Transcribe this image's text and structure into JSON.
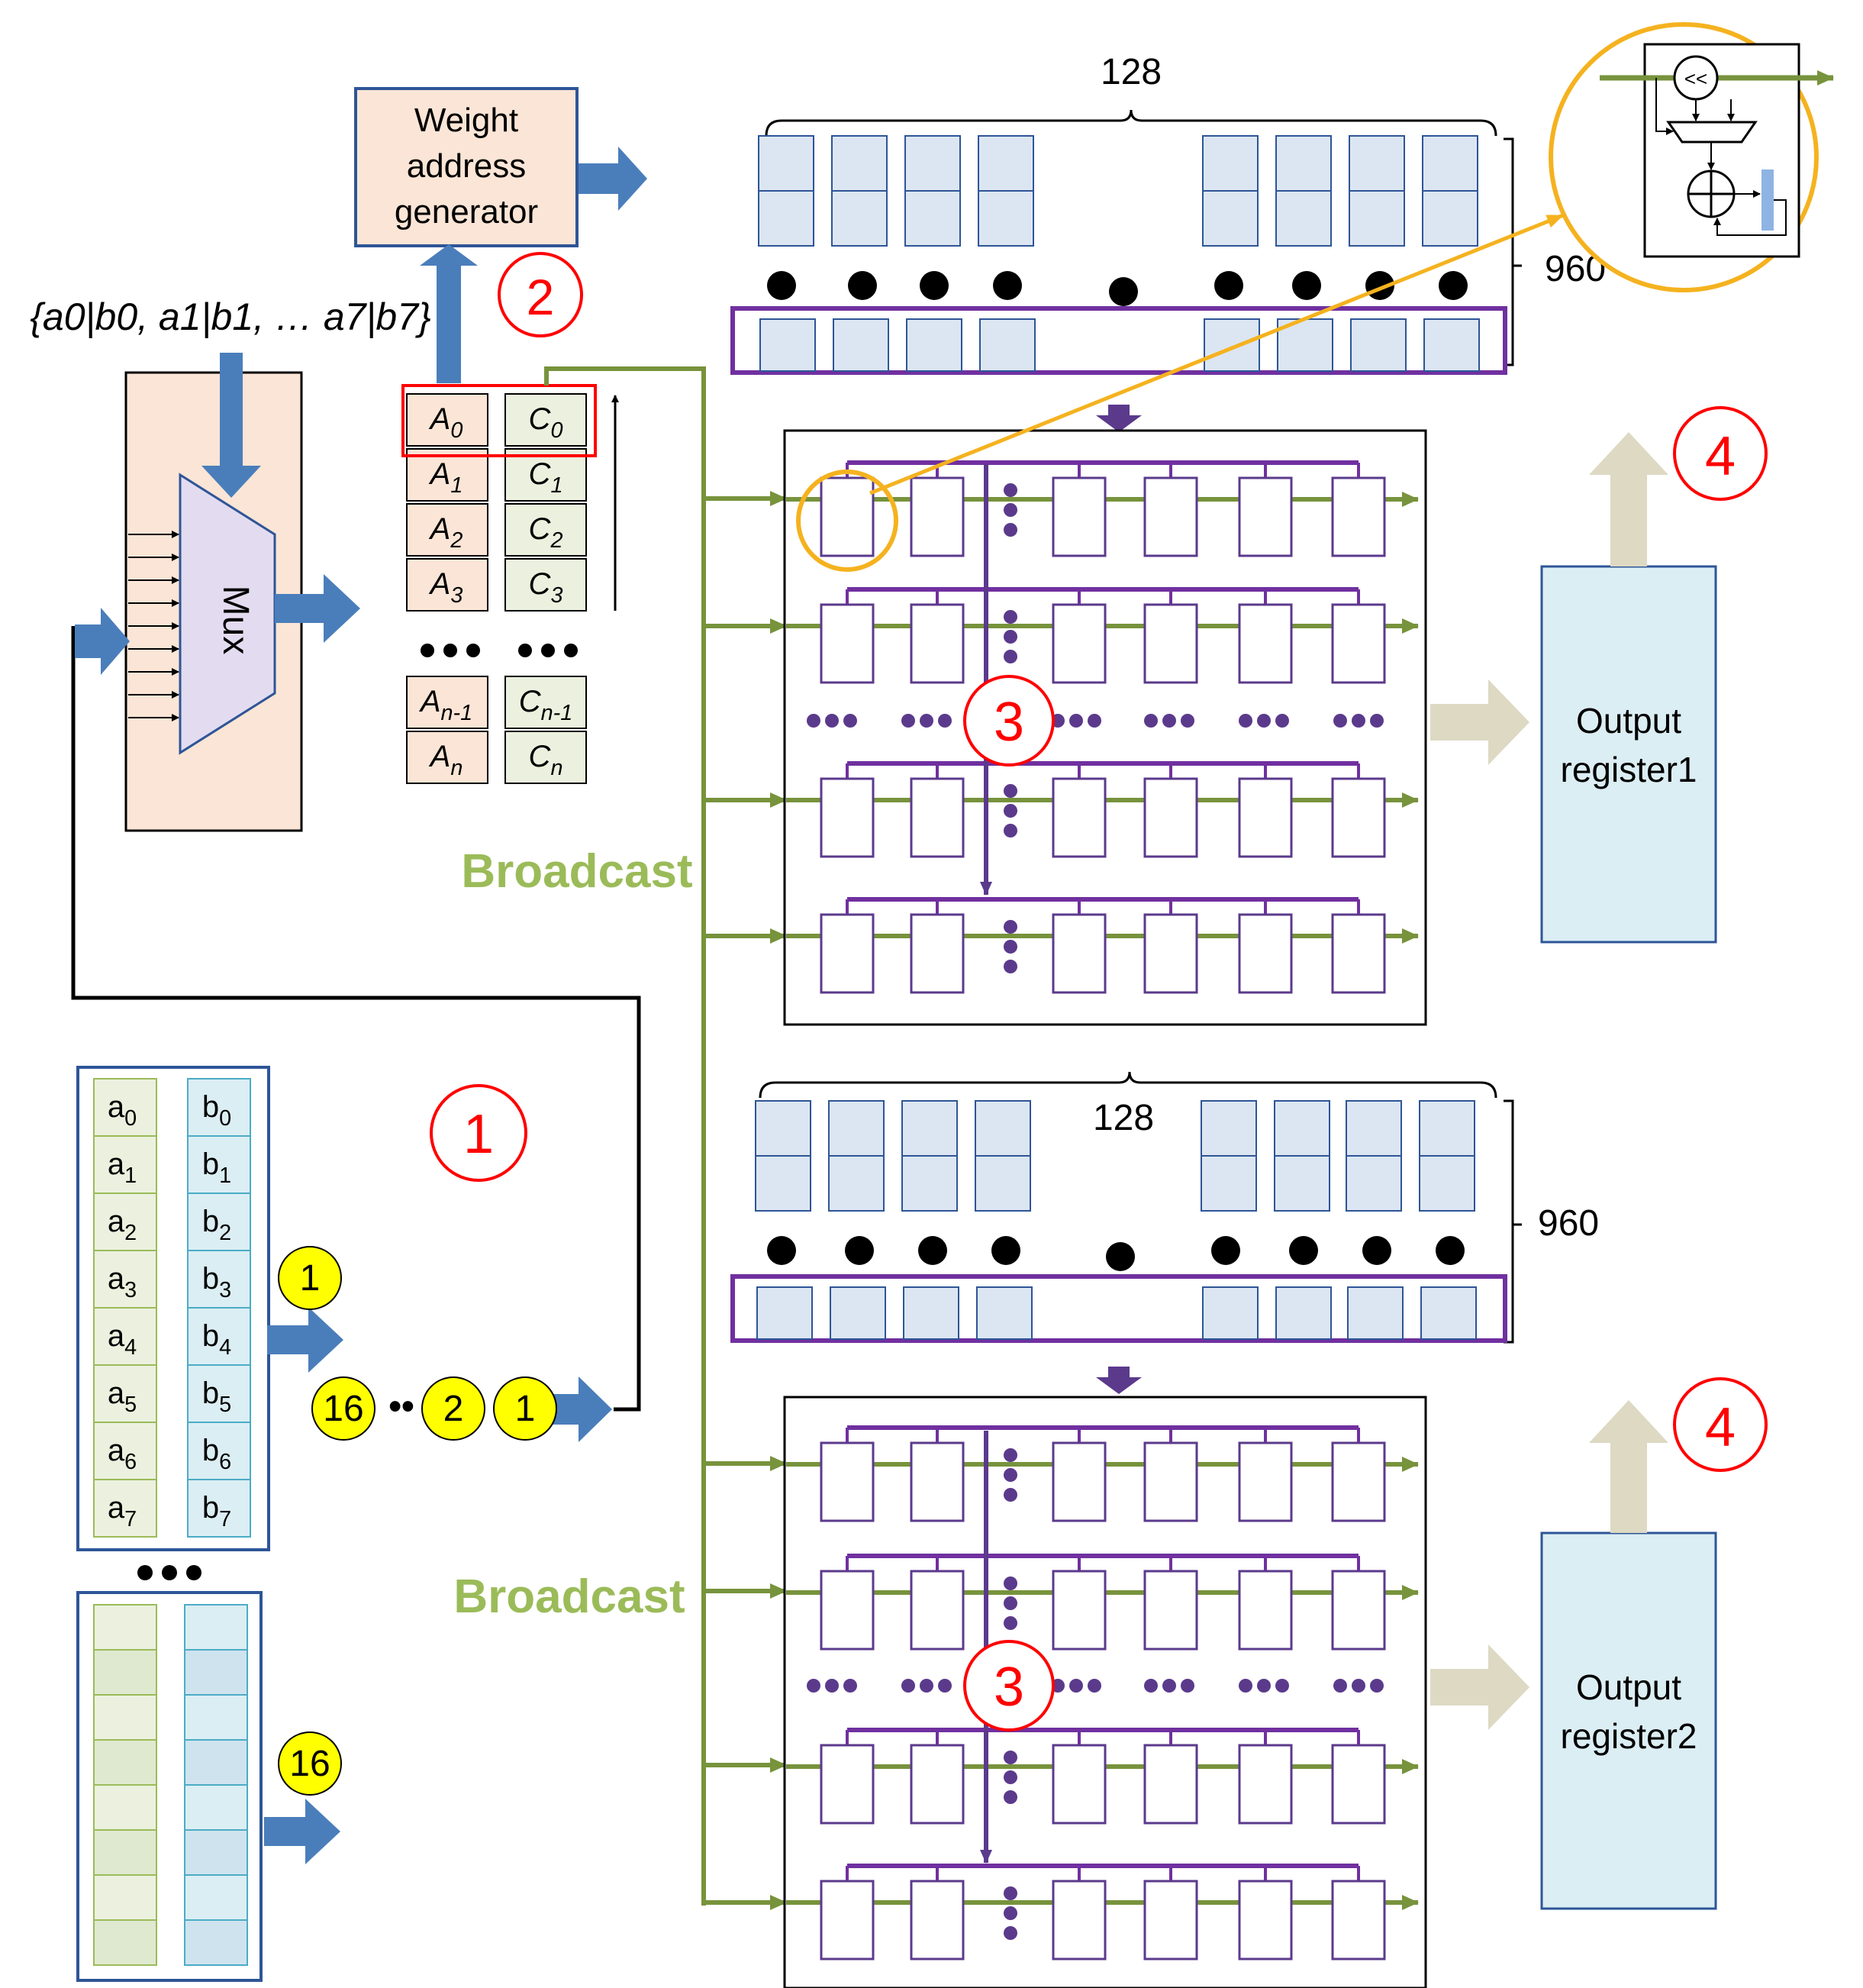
{
  "colors": {
    "pe_outline": "#5b3a8c",
    "bus_purple": "#7030a0",
    "broadcast_green": "#77933c",
    "arrow_blue": "#4a7ebb",
    "light_blue_cell": "#dce6f2",
    "peach": "#fbe5d6",
    "mux_fill": "#e3dcf0",
    "green_cell": "#ebf1de",
    "output_fill": "#dbeef4",
    "tan_arrow": "#ddd9c3",
    "red": "#ff0000",
    "yellow_badge": "#ffff00",
    "zoom_orange": "#f5b21f"
  },
  "labels": {
    "weight_gen": [
      "Weight",
      "address",
      "generator"
    ],
    "mux": "Mux",
    "input_set": "{a0|b0, a1|b1, … a7|b7}",
    "broadcast": "Broadcast",
    "dim_width": "128",
    "dim_height": "960",
    "zoom_shift": "<<",
    "output1": [
      "Output",
      "register1"
    ],
    "output2": [
      "Output",
      "register2"
    ]
  },
  "steps": [
    "1",
    "2",
    "3",
    "4"
  ],
  "badges": {
    "b1": "1",
    "b2": "2",
    "b16": "16",
    "dots": "••"
  },
  "a_col": [
    "a0",
    "a1",
    "a2",
    "a3",
    "a4",
    "a5",
    "a6",
    "a7"
  ],
  "b_col": [
    "b0",
    "b1",
    "b2",
    "b3",
    "b4",
    "b5",
    "b6",
    "b7"
  ],
  "lut_a": [
    "A0",
    "A1",
    "A2",
    "A3",
    "An-1",
    "An"
  ],
  "lut_c": [
    "C0",
    "C1",
    "C2",
    "C3",
    "Cn-1",
    "Cn"
  ]
}
